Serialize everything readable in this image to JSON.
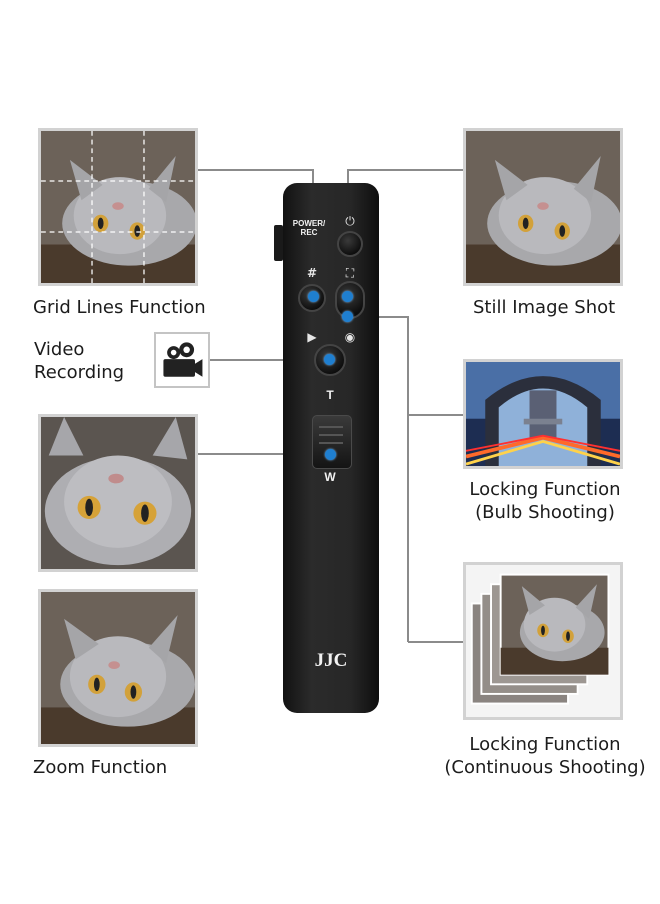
{
  "labels": {
    "grid": "Grid Lines Function",
    "still": "Still Image Shot",
    "video_line1": "Video",
    "video_line2": "Recording",
    "bulb_line1": "Locking Function",
    "bulb_line2": "(Bulb Shooting)",
    "zoom": "Zoom Function",
    "cont_line1": "Locking Function",
    "cont_line2": "(Continuous Shooting)"
  },
  "remote": {
    "brand": "JJC",
    "power_label_line1": "POWER/",
    "power_label_line2": "REC",
    "tele_label": "T",
    "wide_label": "W"
  },
  "icons": {
    "grid": "grid-icon",
    "still": "fullscreen-frame-icon",
    "video": "video-play-icon",
    "camera": "camera-icon",
    "power": "power-icon",
    "video_camera": "video-camera-icon"
  },
  "colors": {
    "connector_line": "#8b8b8b",
    "highlight_dot": "#1f7fd0",
    "remote_body": "#222222"
  }
}
